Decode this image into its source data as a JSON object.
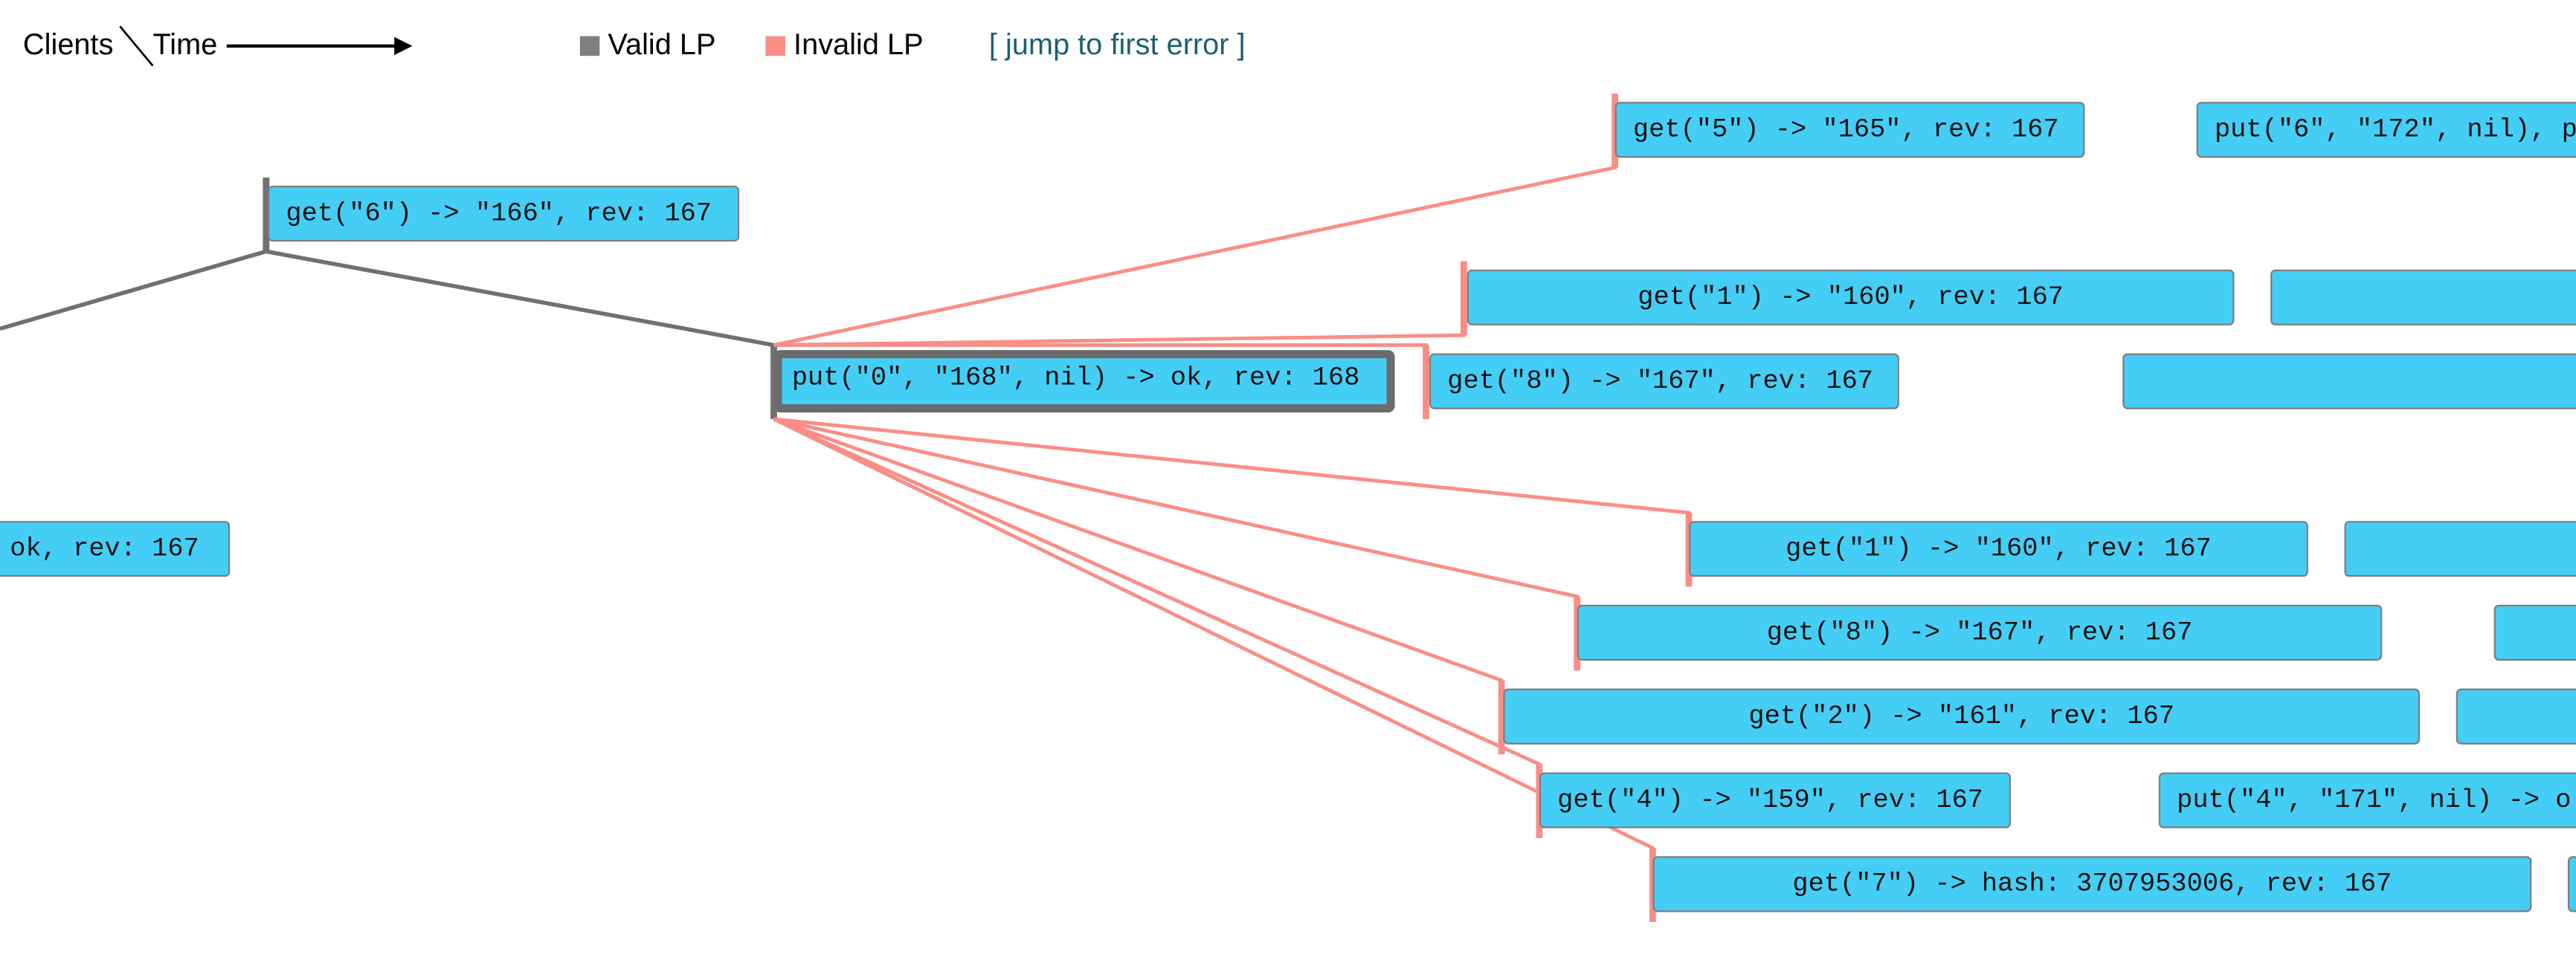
{
  "header": {
    "clients_label": "Clients",
    "time_label": "Time"
  },
  "legend": {
    "valid_label": "Valid LP",
    "invalid_label": "Invalid LP",
    "valid_color": "#808080",
    "invalid_color": "#fa8e86",
    "jump_label": "[ jump to first error ]"
  },
  "operations": [
    {
      "id": "op-get-5",
      "label": "get(\"5\") -> \"165\", rev: 167"
    },
    {
      "id": "op-put-6",
      "label": "put(\"6\", \"172\", nil), p"
    },
    {
      "id": "op-get-6",
      "label": "get(\"6\") -> \"166\", rev: 167"
    },
    {
      "id": "op-get-1-a",
      "label": "get(\"1\") -> \"160\", rev: 167"
    },
    {
      "id": "op-partial-2",
      "label": ""
    },
    {
      "id": "op-put-0",
      "label": "put(\"0\", \"168\", nil) -> ok, rev: 168"
    },
    {
      "id": "op-get-8-a",
      "label": "get(\"8\") -> \"167\", rev: 167"
    },
    {
      "id": "op-partial-3",
      "label": ""
    },
    {
      "id": "op-left-ok",
      "label": "ok, rev: 167"
    },
    {
      "id": "op-get-1-b",
      "label": "get(\"1\") -> \"160\", rev: 167"
    },
    {
      "id": "op-partial-5",
      "label": ""
    },
    {
      "id": "op-get-8-b",
      "label": "get(\"8\") -> \"167\", rev: 167"
    },
    {
      "id": "op-partial-6",
      "label": ""
    },
    {
      "id": "op-get-2",
      "label": "get(\"2\") -> \"161\", rev: 167"
    },
    {
      "id": "op-partial-7",
      "label": ""
    },
    {
      "id": "op-get-4",
      "label": "get(\"4\") -> \"159\", rev: 167"
    },
    {
      "id": "op-put-4",
      "label": "put(\"4\", \"171\", nil) -> o"
    },
    {
      "id": "op-get-7",
      "label": "get(\"7\") -> hash: 3707953006, rev: 167"
    },
    {
      "id": "op-partial-9",
      "label": ""
    }
  ]
}
